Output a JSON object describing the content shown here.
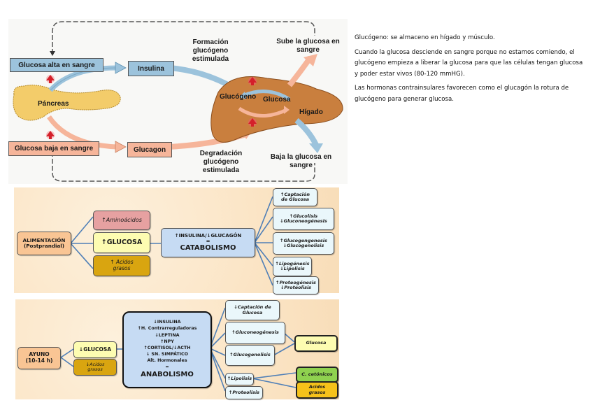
{
  "figure1": {
    "boxes": {
      "high_glucose": "Glucosa alta en sangre",
      "low_glucose": "Glucosa baja en sangre",
      "insulin": "Insulina",
      "glucagon": "Glucagon"
    },
    "organs": {
      "pancreas": "Páncreas",
      "liver": "Hígado"
    },
    "cycle": {
      "glycogen": "Glucógeno",
      "glucose": "Glucosa"
    },
    "labels": {
      "formation": [
        "Formación",
        "glucógeno",
        "estimulada"
      ],
      "degradation": [
        "Degradación",
        "glucógeno",
        "estimulada"
      ],
      "rise": [
        "Sube la glucosa en",
        "sangre"
      ],
      "fall": [
        "Baja la glucosa en",
        "sangre"
      ]
    },
    "colors": {
      "blue": "#9cc3dc",
      "salmon": "#f6b59a",
      "pancreas": "#f3cc6a",
      "liver": "#c97f3e",
      "stimulus_arrow": "#d4202a"
    }
  },
  "notes": [
    "Glucógeno: se almaceno en hígado y músculo.",
    "Cuando la glucosa desciende en sangre porque no estamos comiendo, el glucógeno empieza a liberar la glucosa para que las células tengan glucosa y poder estar vivos (80-120 mmHG).",
    "Las hormonas contrainsulares favorecen como el glucagón la rotura de glucógeno para generar glucosa."
  ],
  "fed_map": {
    "root": [
      "ALIMENTACIÓN",
      "(Postprandial)"
    ],
    "inputs": {
      "amino": "↑Aminoácidos",
      "glucose": "↑GLUCOSA",
      "fatty": [
        "↑ Acidos",
        "grasos"
      ]
    },
    "center": {
      "line1": "↑INSULINA/↓GLUCAGÓN",
      "eq": "=",
      "line2": "CATABOLISMO"
    },
    "outcomes": [
      [
        "↑Captación",
        "de Glucosa"
      ],
      [
        "↑Glucolisis",
        "↓Gluconeogénesis"
      ],
      [
        "↑Glucogengenesis",
        "↓Glucogenolisis"
      ],
      [
        "↑Lipogénesis",
        "↓Lipolisis"
      ],
      [
        "↑Proteogénesis",
        "↓Proteolisis"
      ]
    ]
  },
  "fasting_map": {
    "root": [
      "AYUNO",
      "(10-14 h)"
    ],
    "inputs": {
      "glucose": "↓GLUCOSA",
      "fatty": [
        "↓Acidos",
        "grasos"
      ]
    },
    "center": {
      "lines": [
        "↓INSULINA",
        "↑H. Contrarreguladoras",
        "↓LEPTINA",
        "↑NPY",
        "↑CORTISOL/↓ACTH",
        "↓ SN. SIMPÁTICO",
        "Alt. Hormonales",
        "="
      ],
      "title": "ANABOLISMO"
    },
    "outcomes": [
      [
        "↓Captación de",
        "Glucosa"
      ],
      [
        "↑Gluconeogénesis"
      ],
      [
        "↑Glucogenolisis"
      ],
      [
        "↑Lipolisis"
      ],
      [
        "↑Proteolisis"
      ]
    ],
    "products": {
      "glucose": "Glucosa",
      "ketones": "C. cetónicos",
      "fatty": [
        "Acidos",
        "grasos"
      ]
    }
  }
}
